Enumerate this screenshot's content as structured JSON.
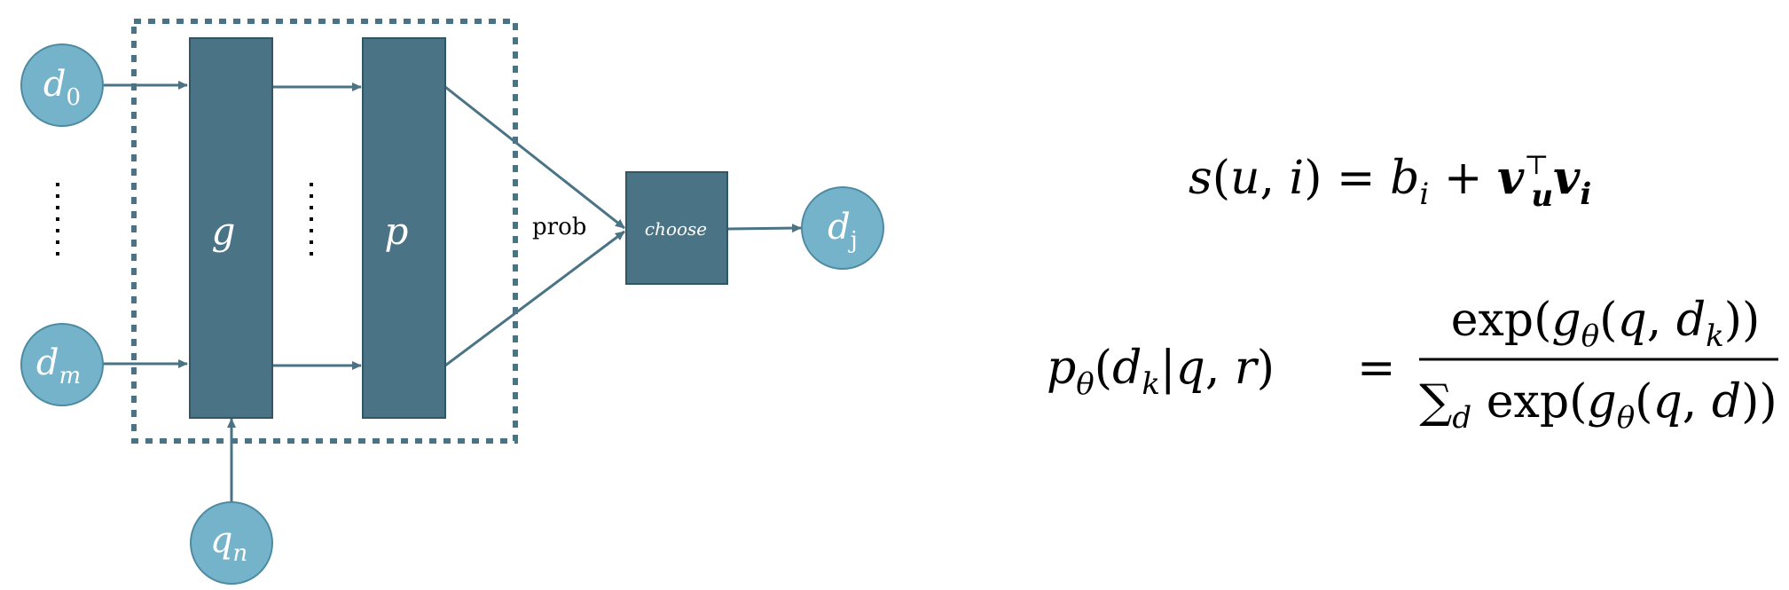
{
  "diagram": {
    "inputs": {
      "d0": {
        "base": "d",
        "sub": "0"
      },
      "dm": {
        "base": "d",
        "sub": "m"
      },
      "qn": {
        "base": "q",
        "sub": "n"
      }
    },
    "blocks": {
      "g": "g",
      "p": "p",
      "choose": "choose"
    },
    "edge_label": "prob",
    "output": {
      "base": "d",
      "sub": "j"
    },
    "colors": {
      "circle_fill": "#74b3c9",
      "circle_stroke": "#4e8ba3",
      "block_fill": "#4a7485",
      "block_stroke": "#2f5566",
      "arrow": "#4a7485",
      "dashed_box": "#4a7485"
    }
  },
  "formulas": {
    "score": {
      "s": "s",
      "lparen": "(",
      "u": "u",
      "comma": ", ",
      "i": "i",
      "rparen": ")",
      "eq": " = ",
      "b": "b",
      "b_sub": "i",
      "plus": " + ",
      "v1": "v",
      "v1_sub": "u",
      "v1_sup": "⊤",
      "v2": "v",
      "v2_sub": "i"
    },
    "prob": {
      "p": "p",
      "p_sub": "θ",
      "lparen": "(",
      "d": "d",
      "d_sub": "k",
      "bar": "|",
      "q": "q",
      "comma": ", ",
      "r": "r",
      "rparen": ")",
      "eq": "=",
      "num_exp": "exp(",
      "num_g": "g",
      "num_g_sub": "θ",
      "num_args_open": "(",
      "num_q": "q",
      "num_comma": ", ",
      "num_d": "d",
      "num_d_sub": "k",
      "num_close": "))",
      "den_sum": "∑",
      "den_sum_sub": "d",
      "den_exp": " exp(",
      "den_g": "g",
      "den_g_sub": "θ",
      "den_args_open": "(",
      "den_q": "q",
      "den_comma": ", ",
      "den_d": "d",
      "den_close": "))"
    }
  }
}
